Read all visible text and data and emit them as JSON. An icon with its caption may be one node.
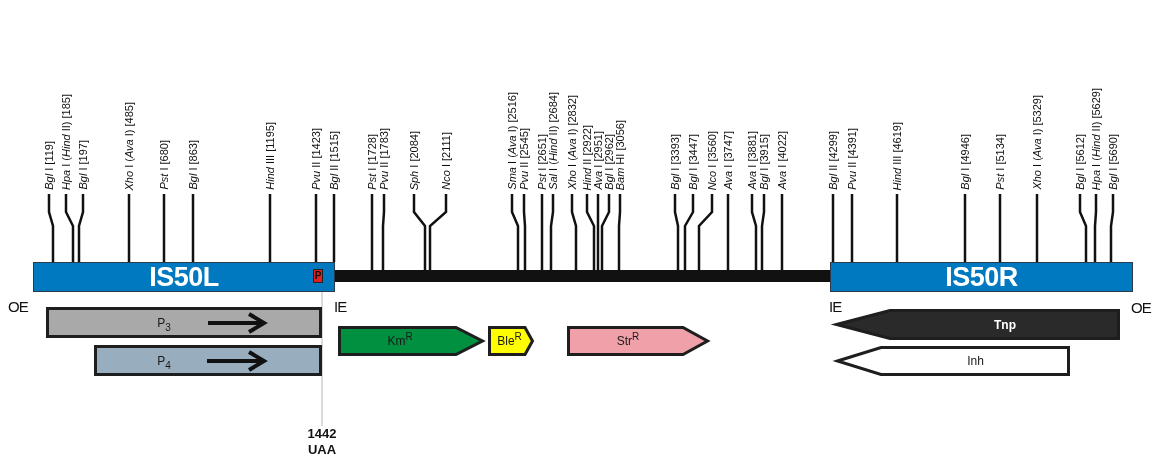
{
  "diagram": {
    "nodes": [
      {
        "text": [
          "*Bgl* I [119]"
        ]
      },
      {
        "text": [
          "*Hpa* I (*Hind* II) [185]"
        ]
      },
      {
        "text": [
          "*Bgl* I [197]"
        ]
      },
      {
        "text": [
          "*Xho* I (*Ava* I) [485]"
        ]
      },
      {
        "text": [
          "*Pst* I [680]"
        ]
      },
      {
        "text": [
          "*Bgl* I [863]"
        ]
      },
      {
        "text": [
          "*Hind* III [1195]"
        ]
      },
      {
        "text": [
          "*Pvu* II [1423]"
        ]
      },
      {
        "text": [
          "*Bgl* II [1515]"
        ]
      },
      {
        "text": [
          "*Pst* I [1728]"
        ]
      },
      {
        "text": [
          "*Pvu* II [1783]"
        ]
      },
      {
        "text": [
          "*Sph* I [2084]"
        ]
      },
      {
        "text": [
          "*Nco* I [2111]"
        ]
      },
      {
        "text": [
          "*Sma* I (*Ava* I) [2516]"
        ]
      },
      {
        "text": [
          "*Pvu* II [2545]"
        ]
      },
      {
        "text": [
          "*Pst* I [2651]"
        ]
      },
      {
        "text": [
          "*Sal* I (*Hind* II) [2684]"
        ]
      },
      {
        "text": [
          "*Xho* I (*Ava* I) [2832]"
        ]
      },
      {
        "text": [
          "*Hind* II [2922]"
        ]
      },
      {
        "text": [
          "*Ava* I [2951]"
        ]
      },
      {
        "text": [
          "*Bgl* I [2962]"
        ]
      },
      {
        "text": [
          "*Bam* HI [3056]"
        ]
      },
      {
        "text": [
          "*Bgl* I [3393]"
        ]
      },
      {
        "text": [
          "*Bgl* I [3447]"
        ]
      },
      {
        "text": [
          "*Nco* I [3560]"
        ]
      },
      {
        "text": [
          "*Ava* I [3747]"
        ]
      },
      {
        "text": [
          "*Ava* I [3881]"
        ]
      },
      {
        "text": [
          "*Bgl* I [3915]"
        ]
      },
      {
        "text": [
          "*Ava* I [4022]"
        ]
      },
      {
        "text": [
          "*Bgl* II [4299]"
        ]
      },
      {
        "text": [
          "*Pvu* II [4391]"
        ]
      },
      {
        "text": [
          "*Hind* III [4619]"
        ]
      },
      {
        "text": [
          "*Bgl* I [4946]"
        ]
      },
      {
        "text": [
          "*Pst* I [5134]"
        ]
      },
      {
        "text": [
          "*Xho* I (*Ava* I) [5329]"
        ]
      },
      {
        "text": [
          "*Bgl* I [5612]"
        ]
      },
      {
        "text": [
          "*Hpa* I (*Hind* II) [5629]"
        ]
      },
      {
        "text": [
          "*Bgl* I [5690]"
        ]
      },
      {
        "text": [
          "IS50L"
        ]
      },
      {
        "text": [
          "P"
        ],
        "in": 38
      },
      {
        "text": [],
        "shape": "bar"
      },
      {
        "text": [
          "IS50R"
        ]
      },
      {
        "text": [
          "P$_{3}$"
        ]
      },
      {
        "text": [
          "P$_{4}$"
        ]
      },
      {
        "text": [
          "Km$^{R}$"
        ]
      },
      {
        "text": [
          "Ble$^{R}$"
        ]
      },
      {
        "text": [
          "Str$^{R}$"
        ]
      },
      {
        "text": [
          "Tnp"
        ]
      },
      {
        "text": [
          "Inh"
        ]
      },
      {
        "text": [
          "1442 UAA"
        ]
      }
    ],
    "edges": [
      {
        "from": 0,
        "to": 38,
        "arrow": "none"
      },
      {
        "from": 1,
        "to": 38,
        "arrow": "none"
      },
      {
        "from": 2,
        "to": 38,
        "arrow": "none"
      },
      {
        "from": 3,
        "to": 38,
        "arrow": "none"
      },
      {
        "from": 4,
        "to": 38,
        "arrow": "none"
      },
      {
        "from": 5,
        "to": 38,
        "arrow": "none"
      },
      {
        "from": 6,
        "to": 38,
        "arrow": "none"
      },
      {
        "from": 7,
        "to": 38,
        "arrow": "none"
      },
      {
        "from": 8,
        "to": 38,
        "arrow": "none"
      },
      {
        "from": 9,
        "to": 40,
        "arrow": "none"
      },
      {
        "from": 10,
        "to": 40,
        "arrow": "none"
      },
      {
        "from": 11,
        "to": 40,
        "arrow": "none"
      },
      {
        "from": 12,
        "to": 40,
        "arrow": "none"
      },
      {
        "from": 13,
        "to": 40,
        "arrow": "none"
      },
      {
        "from": 14,
        "to": 40,
        "arrow": "none"
      },
      {
        "from": 15,
        "to": 40,
        "arrow": "none"
      },
      {
        "from": 16,
        "to": 40,
        "arrow": "none"
      },
      {
        "from": 17,
        "to": 40,
        "arrow": "none"
      },
      {
        "from": 18,
        "to": 40,
        "arrow": "none"
      },
      {
        "from": 19,
        "to": 40,
        "arrow": "none"
      },
      {
        "from": 20,
        "to": 40,
        "arrow": "none"
      },
      {
        "from": 21,
        "to": 40,
        "arrow": "none"
      },
      {
        "from": 22,
        "to": 40,
        "arrow": "none"
      },
      {
        "from": 23,
        "to": 40,
        "arrow": "none"
      },
      {
        "from": 24,
        "to": 40,
        "arrow": "none"
      },
      {
        "from": 25,
        "to": 40,
        "arrow": "none"
      },
      {
        "from": 26,
        "to": 40,
        "arrow": "none"
      },
      {
        "from": 27,
        "to": 40,
        "arrow": "none"
      },
      {
        "from": 28,
        "to": 40,
        "arrow": "none"
      },
      {
        "from": 29,
        "to": 41,
        "arrow": "none"
      },
      {
        "from": 30,
        "to": 41,
        "arrow": "none"
      },
      {
        "from": 31,
        "to": 41,
        "arrow": "none"
      },
      {
        "from": 32,
        "to": 41,
        "arrow": "none"
      },
      {
        "from": 33,
        "to": 41,
        "arrow": "none"
      },
      {
        "from": 34,
        "to": 41,
        "arrow": "none"
      },
      {
        "from": 35,
        "to": 41,
        "arrow": "none"
      },
      {
        "from": 36,
        "to": 41,
        "arrow": "none"
      },
      {
        "from": 37,
        "to": 41,
        "arrow": "none"
      },
      {
        "from": 49,
        "to": 38,
        "arrow": "none",
        "color": "#b4b4b4"
      }
    ],
    "labels": [
      "OE",
      "IE",
      "IE",
      "OE"
    ]
  }
}
